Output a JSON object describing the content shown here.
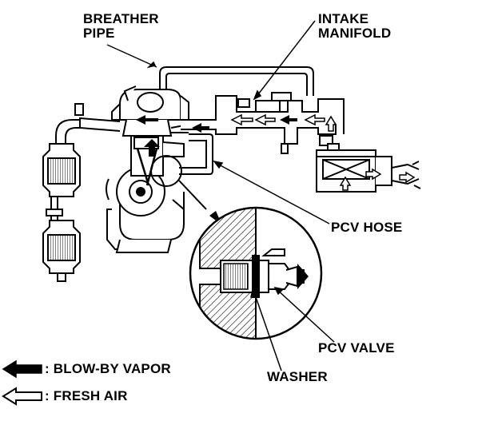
{
  "labels": {
    "breather_pipe_1": "BREATHER",
    "breather_pipe_2": "PIPE",
    "intake_manifold_1": "INTAKE",
    "intake_manifold_2": "MANIFOLD",
    "pcv_hose": "PCV HOSE",
    "pcv_valve": "PCV VALVE",
    "washer": "WASHER"
  },
  "legend": {
    "blow_by": ": BLOW-BY VAPOR",
    "fresh_air": ": FRESH AIR"
  }
}
